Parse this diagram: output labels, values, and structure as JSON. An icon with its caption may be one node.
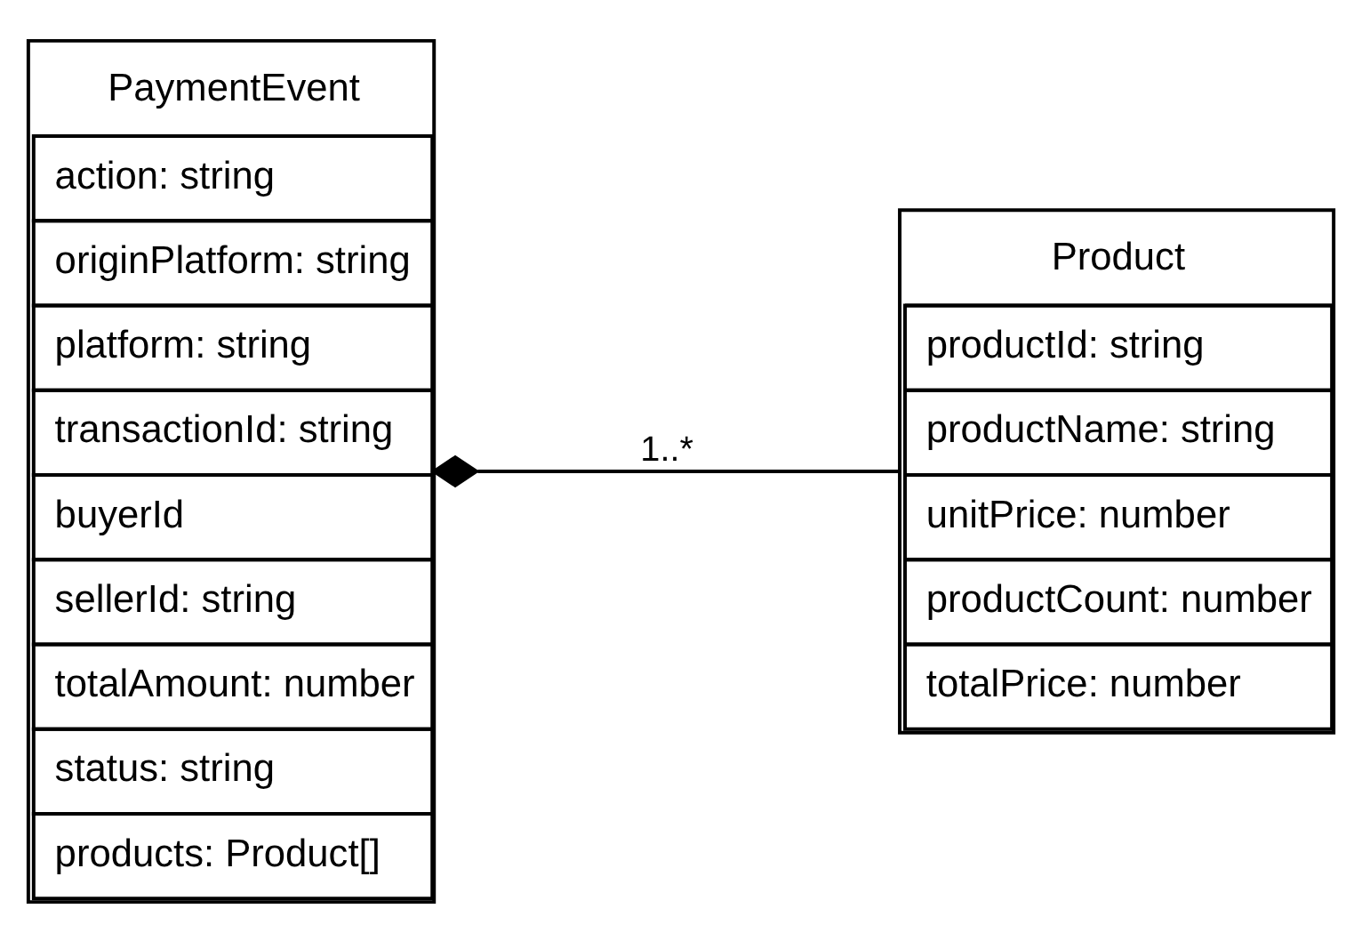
{
  "diagram": {
    "nodes": [
      {
        "text": [
          "PaymentEvent",
          "action: string",
          "originPlatform: string",
          "platform: string",
          "transactionId: string",
          "buyerId",
          "sellerId: string",
          "totalAmount: number",
          "status: string",
          "products: Product[]"
        ]
      },
      {
        "text": [
          "Product",
          "productId: string",
          "productName: string",
          "unitPrice: number",
          "productCount: number",
          "totalPrice: number"
        ]
      }
    ],
    "edges": [
      {
        "from": 0,
        "to": 1,
        "arrow": "other",
        "label": "1..*"
      }
    ]
  }
}
